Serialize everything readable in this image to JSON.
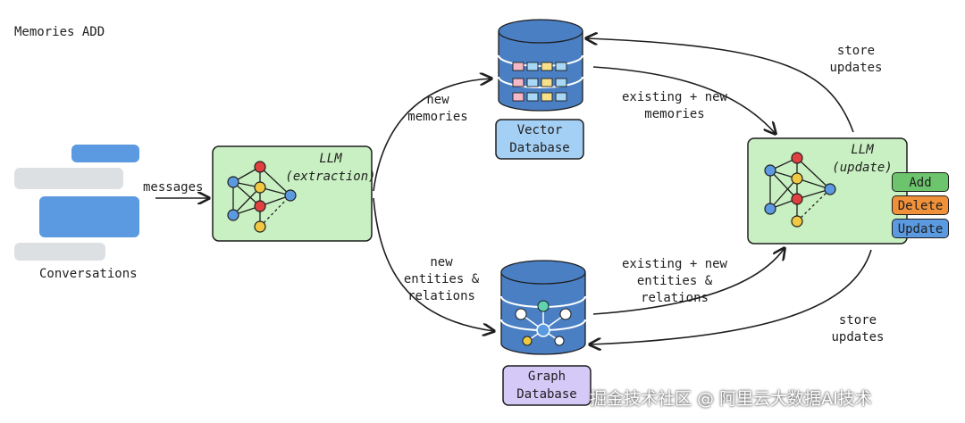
{
  "title": "Memories ADD",
  "conversations": {
    "label": "Conversations"
  },
  "edges": {
    "messages": "messages",
    "new_memories": [
      "new",
      "memories"
    ],
    "new_entities": [
      "new",
      "entities &",
      "relations"
    ],
    "existing_memories": [
      "existing + new",
      "memories"
    ],
    "existing_entities": [
      "existing + new",
      "entities &",
      "relations"
    ],
    "store_updates_top": [
      "store",
      "updates"
    ],
    "store_updates_bottom": [
      "store",
      "updates"
    ]
  },
  "llm_extraction": {
    "lines": [
      "LLM",
      "(extraction)"
    ]
  },
  "llm_update": {
    "lines": [
      "LLM",
      "(update)"
    ]
  },
  "vector_db": {
    "lines": [
      "Vector",
      "Database"
    ]
  },
  "graph_db": {
    "lines": [
      "Graph",
      "Database"
    ]
  },
  "actions": {
    "add": "Add",
    "delete": "Delete",
    "update": "Update"
  },
  "watermark": "掘金技术社区 @ 阿里云大数据AI技术",
  "colors": {
    "green_box": "#c9f0c2",
    "blue_box": "#a5d0f5",
    "purple_box": "#d5c9f7",
    "db_blue": "#4a7fc4",
    "bubble_blue": "#5b9ae0",
    "bubble_gray": "#dde0e3",
    "add_green": "#6cc46c",
    "delete_orange": "#f0913a",
    "update_blue": "#5b9ae0",
    "node_red": "#e04040",
    "node_yellow": "#f0c842",
    "node_blue": "#5b9ae0",
    "node_teal": "#5fd3b0"
  }
}
